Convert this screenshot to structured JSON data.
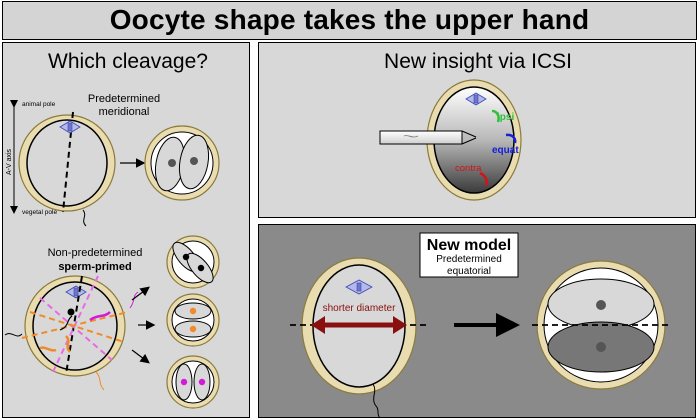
{
  "title": "Oocyte shape takes the upper hand",
  "left": {
    "heading": "Which cleavage?",
    "axis_label": "A-V axis",
    "animal_pole": "animal pole",
    "vegetal_pole": "vegetal pole",
    "predetermined_line1": "Predetermined",
    "predetermined_line2": "meridional",
    "nonpred_line1": "Non-predetermined",
    "nonpred_line2": "sperm-primed"
  },
  "top_right": {
    "heading": "New insight via ICSI",
    "ipsi": "ipsi",
    "equat": "equat",
    "contra": "contra"
  },
  "bottom_right": {
    "model_title": "New model",
    "model_line1": "Predetermined",
    "model_line2": "equatorial",
    "diameter_label": "shorter diameter"
  },
  "colors": {
    "zona": "#e8dcb0",
    "zona_stroke": "#8c7a3a",
    "green": "#2fbf3a",
    "blue": "#1420d8",
    "red": "#d21414",
    "orange": "#f08a2a",
    "magenta": "#d21ad8",
    "dark_red": "#8a0f0f"
  }
}
